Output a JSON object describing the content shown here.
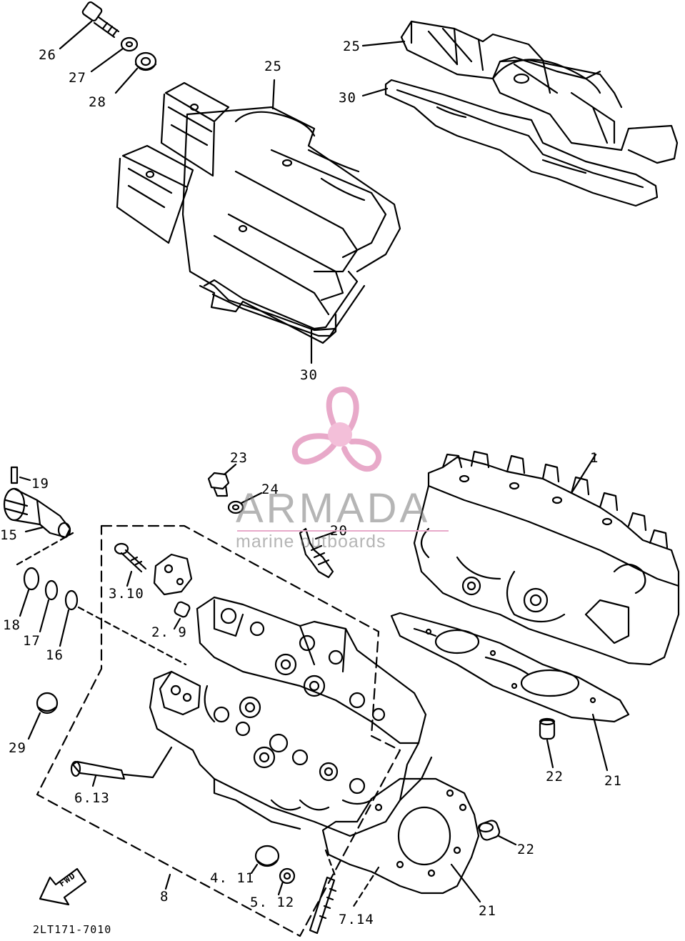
{
  "callouts": {
    "c1": "1",
    "c2_9": "2. 9",
    "c3_10": "3.10",
    "c4_11": "4. 11",
    "c5_12": "5. 12",
    "c6_13": "6.13",
    "c7_14": "7.14",
    "c8": "8",
    "c15": "15",
    "c16": "16",
    "c17": "17",
    "c18": "18",
    "c19": "19",
    "c20": "20",
    "c21a": "21",
    "c21b": "21",
    "c22a": "22",
    "c22b": "22",
    "c23": "23",
    "c24": "24",
    "c25a": "25",
    "c25b": "25",
    "c26": "26",
    "c27": "27",
    "c28": "28",
    "c29": "29",
    "c30a": "30",
    "c30b": "30"
  },
  "fwd_label": "FWD",
  "diagram_code": "2LT171-7010",
  "watermark": {
    "name": "ARMADA",
    "tagline": "marine outboards",
    "color": "#e8a9c9"
  }
}
